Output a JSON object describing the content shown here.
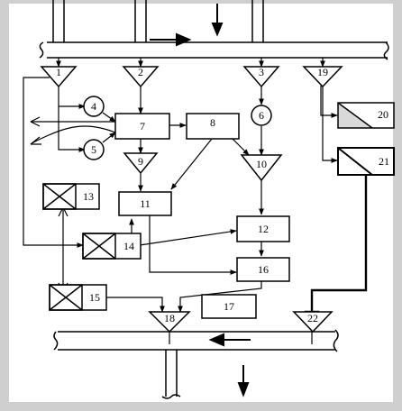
{
  "nodes": {
    "n1": "1",
    "n2": "2",
    "n3": "3",
    "n4": "4",
    "n5": "5",
    "n6": "6",
    "n7": "7",
    "n8": "8",
    "n9": "9",
    "n10": "10",
    "n11": "11",
    "n12": "12",
    "n13": "13",
    "n14": "14",
    "n15": "15",
    "n16": "16",
    "n17": "17",
    "n18": "18",
    "n19": "19",
    "n20": "20",
    "n21": "21",
    "n22": "22"
  },
  "colors": {
    "ink": "#000000",
    "frame": "#cfcfcf",
    "paper": "#ffffff"
  }
}
